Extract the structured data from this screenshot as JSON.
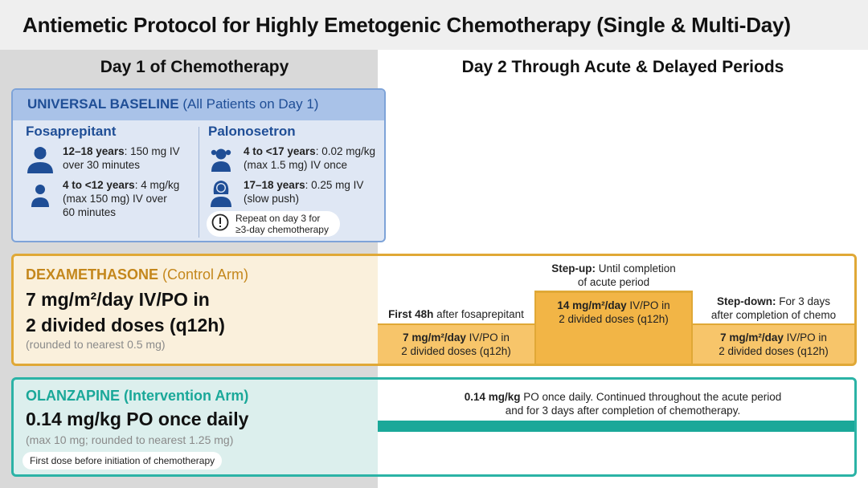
{
  "title": "Antiemetic Protocol for Highly Emetogenic Chemotherapy (Single & Multi-Day)",
  "columns": {
    "left": "Day 1 of Chemotherapy",
    "right": "Day 2 Through Acute & Delayed Periods"
  },
  "baseline": {
    "title_bold": "UNIVERSAL BASELINE",
    "title_rest": " (All Patients on Day 1)",
    "fosaprepitant": {
      "name": "Fosaprepitant",
      "doses": [
        {
          "group": "12–18 years",
          "text": ": 150 mg IV",
          "line2": "over 30 minutes"
        },
        {
          "group": "4 to <12 years",
          "text": ": 4 mg/kg",
          "line2": "(max 150 mg) IV over",
          "line3": "60 minutes"
        }
      ]
    },
    "palonosetron": {
      "name": "Palonosetron",
      "doses": [
        {
          "group": "4 to <17 years",
          "text": ": 0.02 mg/kg",
          "line2": "(max 1.5 mg) IV once"
        },
        {
          "group": "17–18 years",
          "text": ": 0.25 mg IV",
          "line2": "(slow push)"
        }
      ],
      "note_line1": "Repeat on day 3 for",
      "note_line2": "≥3-day chemotherapy"
    }
  },
  "dexamethasone": {
    "title_bold": "DEXAMETHASONE",
    "title_rest": " (Control Arm)",
    "dose_line1": "7 mg/m²/day IV/PO in",
    "dose_line2": "2 divided doses (q12h)",
    "sub": "(rounded to nearest 0.5 mg)",
    "stages": {
      "first": {
        "label_bold": "First 48h",
        "label_rest": " after fosaprepitant",
        "dose_bold": "7 mg/m²/day",
        "dose_rest": " IV/PO in",
        "dose_line2": "2 divided doses (q12h)"
      },
      "step_up": {
        "label_bold": "Step-up:",
        "label_rest": " Until completion",
        "label_line2": "of acute period",
        "dose_bold": "14 mg/m²/day",
        "dose_rest": " IV/PO in",
        "dose_line2": "2 divided doses (q12h)"
      },
      "step_down": {
        "label_bold": "Step-down:",
        "label_rest": " For 3 days",
        "label_line2": "after completion of chemo",
        "dose_bold": "7 mg/m²/day",
        "dose_rest": " IV/PO in",
        "dose_line2": "2 divided doses (q12h)"
      }
    }
  },
  "olanzapine": {
    "title": "OLANZAPINE (Intervention Arm)",
    "dose": "0.14 mg/kg PO once daily",
    "sub": "(max 10 mg; rounded to nearest 1.25 mg)",
    "pill": "First dose before initiation of chemotherapy",
    "desc_bold": "0.14 mg/kg",
    "desc_rest": " PO once daily. Continued throughout the acute period",
    "desc_line2": "and for 3 days after completion of chemotherapy."
  },
  "colors": {
    "baseline_accent": "#1f4e96",
    "dexa_accent": "#c4871c",
    "olz_accent": "#1aa899"
  },
  "icons": [
    "teen-icon",
    "child-icon",
    "girl-icon",
    "woman-icon",
    "alert-icon"
  ]
}
